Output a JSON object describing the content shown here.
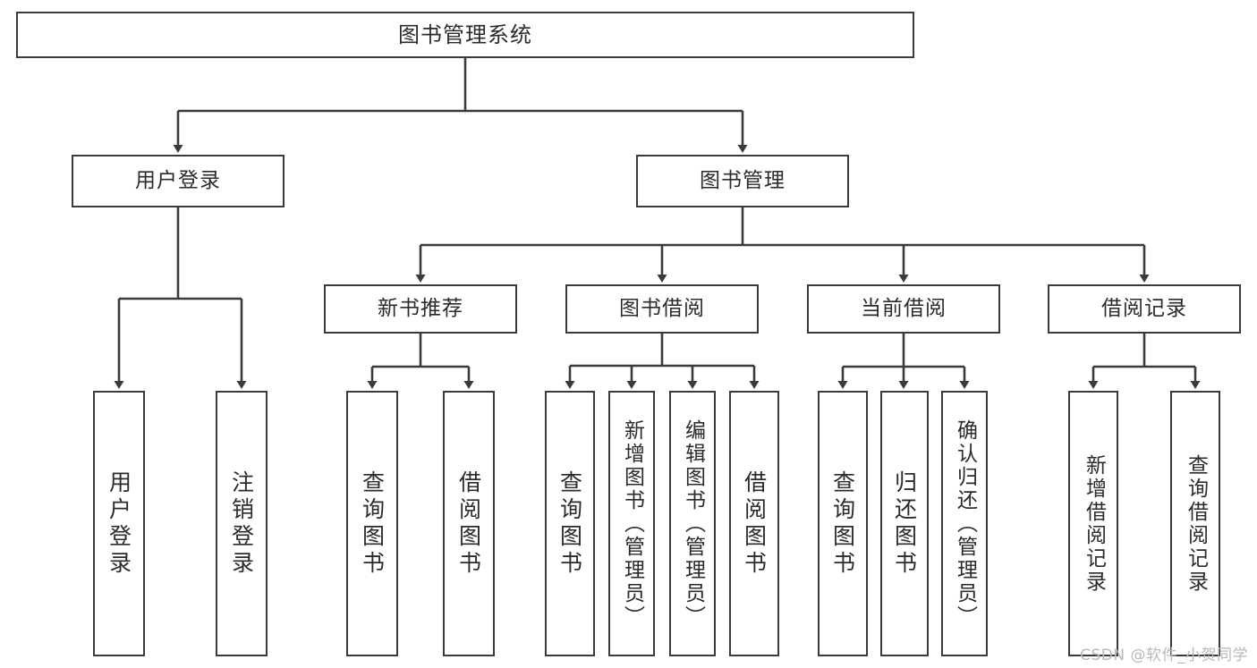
{
  "diagram": {
    "title": "图书管理系统",
    "type": "tree",
    "orientation": "top-down",
    "line_color": "#3a3a3a",
    "box_fill": "#ffffff",
    "text_color": "#2b2b2b",
    "nodes": {
      "root": {
        "label": "图书管理系统",
        "level": 0
      },
      "l1": [
        {
          "id": "user-login",
          "label": "用户登录",
          "level": 1
        },
        {
          "id": "book-manage",
          "label": "图书管理",
          "level": 1
        }
      ],
      "l2": [
        {
          "id": "new-book-rec",
          "label": "新书推荐",
          "level": 2,
          "parent": "book-manage"
        },
        {
          "id": "book-borrow",
          "label": "图书借阅",
          "level": 2,
          "parent": "book-manage"
        },
        {
          "id": "current-borrow",
          "label": "当前借阅",
          "level": 2,
          "parent": "book-manage"
        },
        {
          "id": "borrow-record",
          "label": "借阅记录",
          "level": 2,
          "parent": "book-manage"
        }
      ],
      "leaves": [
        {
          "id": "leaf-user-login",
          "label": "用户登录",
          "parent": "user-login"
        },
        {
          "id": "leaf-user-logout",
          "label": "注销登录",
          "parent": "user-login"
        },
        {
          "id": "leaf-query-book-1",
          "label": "查询图书",
          "parent": "new-book-rec"
        },
        {
          "id": "leaf-borrow-book-1",
          "label": "借阅图书",
          "parent": "new-book-rec"
        },
        {
          "id": "leaf-query-book-2",
          "label": "查询图书",
          "parent": "book-borrow"
        },
        {
          "id": "leaf-add-book",
          "label": "新增图书（管理员）",
          "parent": "book-borrow"
        },
        {
          "id": "leaf-edit-book",
          "label": "编辑图书（管理员）",
          "parent": "book-borrow"
        },
        {
          "id": "leaf-borrow-book-2",
          "label": "借阅图书",
          "parent": "book-borrow"
        },
        {
          "id": "leaf-query-book-3",
          "label": "查询图书",
          "parent": "current-borrow"
        },
        {
          "id": "leaf-return-book",
          "label": "归还图书",
          "parent": "current-borrow"
        },
        {
          "id": "leaf-confirm-return",
          "label": "确认归还（管理员）",
          "parent": "current-borrow"
        },
        {
          "id": "leaf-add-record",
          "label": "新增借阅记录",
          "parent": "borrow-record"
        },
        {
          "id": "leaf-query-record",
          "label": "查询借阅记录",
          "parent": "borrow-record"
        }
      ]
    },
    "watermark": "CSDN @软件_小贺同学"
  }
}
